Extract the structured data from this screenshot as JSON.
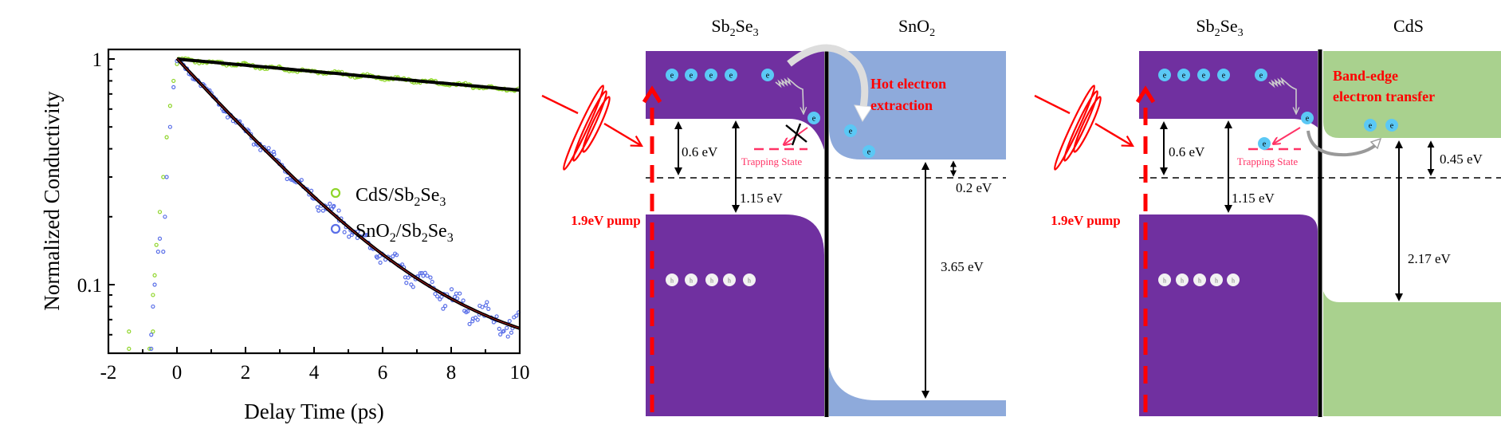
{
  "chart_data": {
    "type": "scatter",
    "title": "",
    "xlabel": "Delay Time (ps)",
    "ylabel": "Normalized Conductivity",
    "xlim": [
      -2,
      10
    ],
    "ylim": [
      0.05,
      1.1
    ],
    "yscale": "log",
    "x_ticks": [
      "-2",
      "0",
      "2",
      "4",
      "6",
      "8",
      "10"
    ],
    "x_tick_values": [
      -2,
      0,
      2,
      4,
      6,
      8,
      10
    ],
    "y_ticks": [
      "1",
      "0.1"
    ],
    "y_tick_values": [
      1,
      0.1
    ],
    "legend_position": "center-right",
    "grid": false,
    "series": [
      {
        "name": "CdS/Sb2Se3",
        "label_parts": [
          "CdS/Sb",
          "2",
          "Se",
          "3"
        ],
        "color": "#8fd52a",
        "marker": "open-circle",
        "rise": [
          [
            -1.4,
            0.062
          ],
          [
            -1.4,
            0.052
          ],
          [
            -0.8,
            0.052
          ],
          [
            -0.7,
            0.062
          ],
          [
            -0.7,
            0.09
          ],
          [
            -0.65,
            0.11
          ],
          [
            -0.6,
            0.15
          ],
          [
            -0.5,
            0.21
          ],
          [
            -0.4,
            0.3
          ],
          [
            -0.3,
            0.45
          ],
          [
            -0.2,
            0.62
          ],
          [
            -0.1,
            0.8
          ],
          [
            0,
            0.95
          ]
        ],
        "fit": {
          "model": "exponential decay",
          "amplitude": 1.0,
          "tau_ps": 31.5,
          "x_start": 0,
          "x_end": 10,
          "end_value": 0.73
        },
        "noise_amplitude": 0.025
      },
      {
        "name": "SnO2/Sb2Se3",
        "label_parts": [
          "SnO",
          "2",
          "/Sb",
          "2",
          "Se",
          "3"
        ],
        "color": "#5a6fe8",
        "marker": "open-circle",
        "rise": [
          [
            -0.75,
            0.052
          ],
          [
            -0.75,
            0.06
          ],
          [
            -0.7,
            0.08
          ],
          [
            -0.65,
            0.1
          ],
          [
            -0.55,
            0.14
          ],
          [
            -0.5,
            0.16
          ],
          [
            -0.4,
            0.14
          ],
          [
            -0.35,
            0.2
          ],
          [
            -0.3,
            0.3
          ],
          [
            -0.2,
            0.5
          ],
          [
            -0.1,
            0.75
          ],
          [
            0,
            0.98
          ]
        ],
        "fit": {
          "model": "exponential decay + offset",
          "amplitude": 0.96,
          "tau_ps": 2.55,
          "offset": 0.045,
          "x_start": 0,
          "x_end": 10,
          "end_value": 0.055
        },
        "noise_amplitude": 0.12
      }
    ],
    "fit_line_color": "#000000"
  },
  "diagram_hot": {
    "material_left": [
      "Sb",
      "2",
      "Se",
      "3"
    ],
    "material_right": [
      "SnO",
      "2"
    ],
    "pump_label": "1.9eV pump",
    "gap_label_1": "0.6 eV",
    "gap_label_2": "1.15 eV",
    "trap_label": "Trapping State",
    "process_label_line1": "Hot electron",
    "process_label_line2": "extraction",
    "offset_label": "0.2 eV",
    "bandgap_label": "3.65 eV",
    "electron_glyph": "e",
    "hole_glyph": "h",
    "colors": {
      "sb2se3": "#7030a0",
      "acceptor": "#8eaadb",
      "electron": "#5bc8f5",
      "pump": "#ff0000",
      "trap": "#ff3366",
      "label": "#ff0000"
    }
  },
  "diagram_band": {
    "material_left": [
      "Sb",
      "2",
      "Se",
      "3"
    ],
    "material_right": [
      "CdS"
    ],
    "pump_label": "1.9eV pump",
    "gap_label_1": "0.6 eV",
    "gap_label_2": "1.15 eV",
    "trap_label": "Trapping State",
    "process_label_line1": "Band-edge",
    "process_label_line2": "electron transfer",
    "offset_label": "0.45 eV",
    "bandgap_label": "2.17 eV",
    "electron_glyph": "e",
    "hole_glyph": "h",
    "colors": {
      "sb2se3": "#7030a0",
      "acceptor": "#a9d18e",
      "electron": "#5bc8f5",
      "pump": "#ff0000",
      "trap": "#ff3366",
      "label": "#ff0000"
    }
  }
}
